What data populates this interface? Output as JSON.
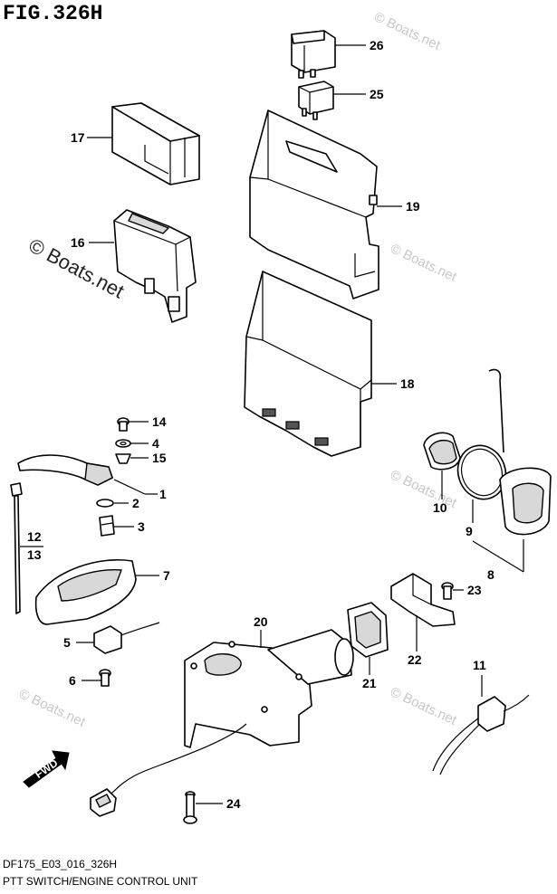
{
  "figure_title": "FIG.326H",
  "footer_code": "DF175_E03_016_326H",
  "footer_title": "PTT SWITCH/ENGINE CONTROL UNIT",
  "watermark_text": "© Boats.net",
  "fwd_label": "FWD",
  "callouts": {
    "p26": "26",
    "p25": "25",
    "p17": "17",
    "p19": "19",
    "p16": "16",
    "p18": "18",
    "p14": "14",
    "p4": "4",
    "p15": "15",
    "p1": "1",
    "p2": "2",
    "p3": "3",
    "p12": "12",
    "p13": "13",
    "p7": "7",
    "p10": "10",
    "p9": "9",
    "p8": "8",
    "p23": "23",
    "p22": "22",
    "p21": "21",
    "p20": "20",
    "p5": "5",
    "p6": "6",
    "p11": "11",
    "p24": "24"
  },
  "colors": {
    "line": "#000000",
    "watermark": "#c8c8c8",
    "fill": "#ffffff",
    "shade": "#d8d8d8"
  }
}
